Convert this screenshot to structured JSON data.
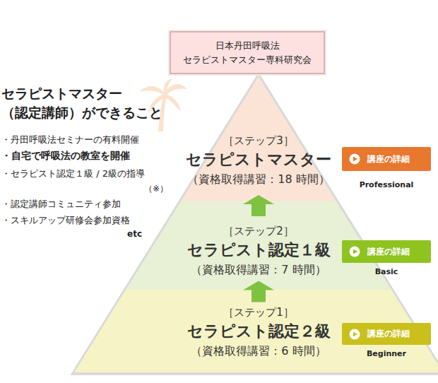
{
  "diagram": {
    "nodes": [
      {
        "text": [
          "日本丹田呼吸法 セラピストマスター専科研究会"
        ]
      },
      {
        "text": [
          "［ステップ3］",
          "セラピストマスター",
          "（資格取得講習：18 時間）"
        ]
      },
      {
        "text": [
          "［ステップ2］",
          "セラピスト認定１級",
          "（資格取得講習：7 時間）"
        ]
      },
      {
        "text": [
          "［ステップ1］",
          "セラピスト認定２級",
          "（資格取得講習：6 時間）"
        ]
      },
      {
        "text": [
          "講座の詳細"
        ]
      },
      {
        "text": [
          "講座の詳細"
        ]
      },
      {
        "text": [
          "講座の詳細"
        ]
      }
    ],
    "edges": [
      {
        "from": 3,
        "to": 2,
        "arrow": "to"
      },
      {
        "from": 2,
        "to": 1,
        "arrow": "to"
      }
    ],
    "labels": [
      "セラピストマスター （認定講師）ができること",
      "・丹田呼吸法セミナーの有料開催",
      "・自宅で呼吸法の教室を開催",
      "・セラピスト認定１級 / 2級の指導",
      "（※）",
      "・認定講師コミュニティ参加",
      "・スキルアップ研修会参加資格",
      "etc",
      "Professional",
      "Basic",
      "Beginner"
    ]
  }
}
